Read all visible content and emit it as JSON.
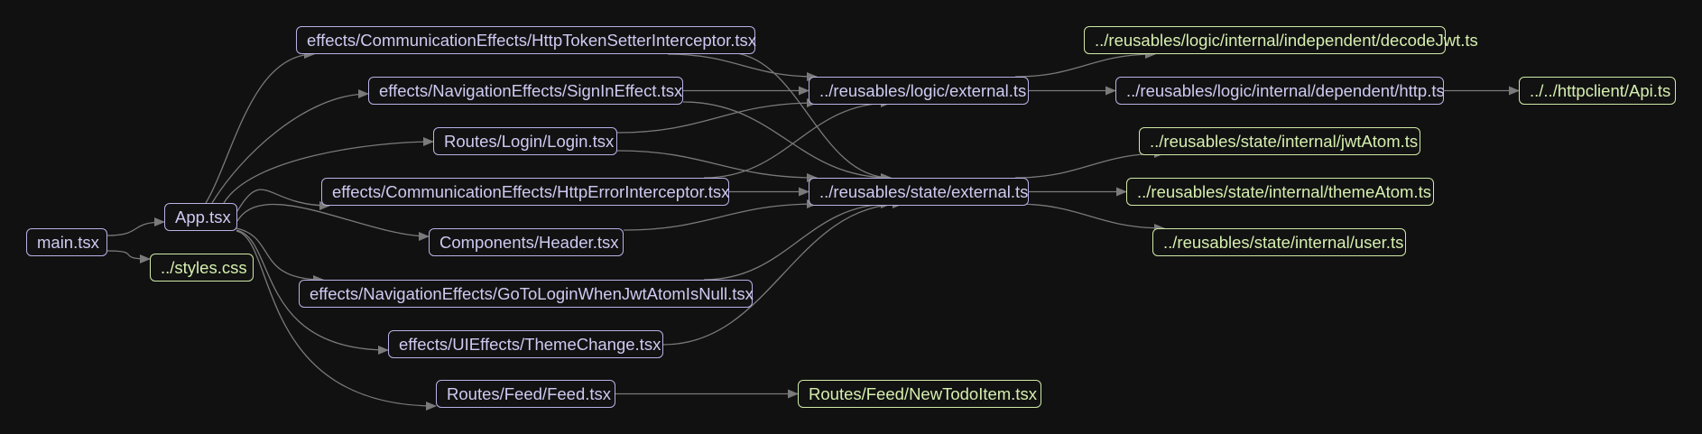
{
  "diagram": {
    "nodes": [
      {
        "id": "main",
        "label": "main.tsx",
        "kind": "module"
      },
      {
        "id": "styles",
        "label": "../styles.css",
        "kind": "leaf"
      },
      {
        "id": "app",
        "label": "App.tsx",
        "kind": "module"
      },
      {
        "id": "httptoken",
        "label": "effects/CommunicationEffects/HttpTokenSetterInterceptor.tsx",
        "kind": "module"
      },
      {
        "id": "signin",
        "label": "effects/NavigationEffects/SignInEffect.tsx",
        "kind": "module"
      },
      {
        "id": "login",
        "label": "Routes/Login/Login.tsx",
        "kind": "module"
      },
      {
        "id": "httperror",
        "label": "effects/CommunicationEffects/HttpErrorInterceptor.tsx",
        "kind": "module"
      },
      {
        "id": "header",
        "label": "Components/Header.tsx",
        "kind": "module"
      },
      {
        "id": "gotologin",
        "label": "effects/NavigationEffects/GoToLoginWhenJwtAtomIsNull.tsx",
        "kind": "module"
      },
      {
        "id": "theme",
        "label": "effects/UIEffects/ThemeChange.tsx",
        "kind": "module"
      },
      {
        "id": "feed",
        "label": "Routes/Feed/Feed.tsx",
        "kind": "module"
      },
      {
        "id": "logicext",
        "label": "../reusables/logic/external.ts",
        "kind": "module"
      },
      {
        "id": "stateext",
        "label": "../reusables/state/external.ts",
        "kind": "module"
      },
      {
        "id": "newtodo",
        "label": "Routes/Feed/NewTodoItem.tsx",
        "kind": "leaf"
      },
      {
        "id": "decodejwt",
        "label": "../reusables/logic/internal/independent/decodeJwt.ts",
        "kind": "leaf"
      },
      {
        "id": "http",
        "label": "../reusables/logic/internal/dependent/http.ts",
        "kind": "module"
      },
      {
        "id": "jwtatom",
        "label": "../reusables/state/internal/jwtAtom.ts",
        "kind": "leaf"
      },
      {
        "id": "themeatom",
        "label": "../reusables/state/internal/themeAtom.ts",
        "kind": "leaf"
      },
      {
        "id": "user",
        "label": "../reusables/state/internal/user.ts",
        "kind": "leaf"
      },
      {
        "id": "api",
        "label": "../../httpclient/Api.ts",
        "kind": "leaf"
      }
    ],
    "edges": [
      {
        "from": "main",
        "to": "app"
      },
      {
        "from": "main",
        "to": "styles"
      },
      {
        "from": "app",
        "to": "httptoken"
      },
      {
        "from": "app",
        "to": "signin"
      },
      {
        "from": "app",
        "to": "login"
      },
      {
        "from": "app",
        "to": "httperror"
      },
      {
        "from": "app",
        "to": "header"
      },
      {
        "from": "app",
        "to": "gotologin"
      },
      {
        "from": "app",
        "to": "theme"
      },
      {
        "from": "app",
        "to": "feed"
      },
      {
        "from": "httptoken",
        "to": "logicext"
      },
      {
        "from": "httptoken",
        "to": "stateext"
      },
      {
        "from": "signin",
        "to": "logicext"
      },
      {
        "from": "signin",
        "to": "stateext"
      },
      {
        "from": "login",
        "to": "logicext"
      },
      {
        "from": "login",
        "to": "stateext"
      },
      {
        "from": "httperror",
        "to": "logicext"
      },
      {
        "from": "httperror",
        "to": "stateext"
      },
      {
        "from": "header",
        "to": "stateext"
      },
      {
        "from": "gotologin",
        "to": "stateext"
      },
      {
        "from": "theme",
        "to": "stateext"
      },
      {
        "from": "feed",
        "to": "newtodo"
      },
      {
        "from": "logicext",
        "to": "decodejwt"
      },
      {
        "from": "logicext",
        "to": "http"
      },
      {
        "from": "http",
        "to": "api"
      },
      {
        "from": "stateext",
        "to": "jwtatom"
      },
      {
        "from": "stateext",
        "to": "themeatom"
      },
      {
        "from": "stateext",
        "to": "user"
      }
    ]
  },
  "colors": {
    "background": "#111111",
    "module_border": "#b7b2e6",
    "leaf_border": "#cfeaa6",
    "edge": "#7a7a7a"
  }
}
